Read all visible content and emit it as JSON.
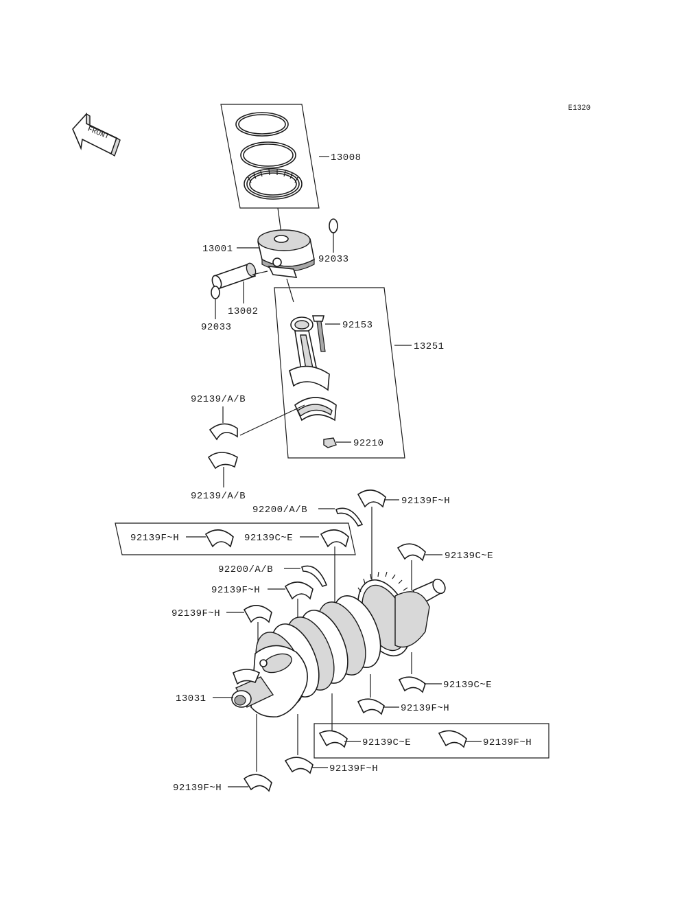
{
  "diagram_code": "E1320",
  "front_label": "FRONT",
  "labels": {
    "piston_ring_set": "13008",
    "piston": "13001",
    "piston_pin": "13002",
    "snap_ring_right": "92033",
    "snap_ring_left": "92033",
    "con_rod_bolt": "92153",
    "con_rod_assy": "13251",
    "bearing_upper": "92139/A/B",
    "con_rod_nut": "92210",
    "bearing_lower": "92139/A/B",
    "main_bearing_top_right": "92139F~H",
    "thrust_washer_upper": "92200/A/B",
    "box_bearing_left": "92139F~H",
    "box_bearing_right": "92139C~E",
    "main_bearing_right_upper": "92139C~E",
    "thrust_washer_lower": "92200/A/B",
    "main_bearing_mid_upper": "92139F~H",
    "main_bearing_left_upper": "92139F~H",
    "crankshaft": "13031",
    "main_bearing_right_lower": "92139C~E",
    "main_bearing_mid_lower": "92139F~H",
    "box_lower_left": "92139C~E",
    "box_lower_right": "92139F~H",
    "main_bearing_lower_center": "92139F~H",
    "main_bearing_bottom_left": "92139F~H"
  }
}
